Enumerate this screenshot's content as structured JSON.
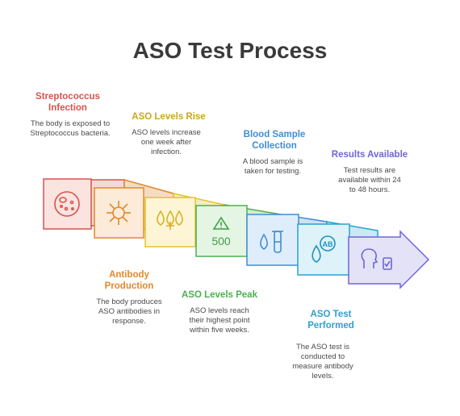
{
  "title": "ASO Test Process",
  "colors": {
    "red": "#d9534f",
    "orange": "#e0892b",
    "yellow": "#e6c229",
    "green": "#4caf50",
    "blue": "#3f8ed4",
    "teal": "#2ba1d0",
    "purple": "#6e66d6"
  },
  "steps": [
    {
      "title": "Streptococcus Infection",
      "desc": "The body is exposed to Streptococcus bacteria.",
      "icon": "bacteria-petri-icon"
    },
    {
      "title": "Antibody Production",
      "desc": "The body produces ASO antibodies in response.",
      "icon": "antibody-cell-icon"
    },
    {
      "title": "ASO Levels Rise",
      "desc": "ASO levels increase one week after infection.",
      "icon": "rising-drops-icon"
    },
    {
      "title": "ASO Levels Peak",
      "desc": "ASO levels reach their highest point within five weeks.",
      "icon": "peak-warning-icon",
      "icon_text": "500"
    },
    {
      "title": "Blood Sample Collection",
      "desc": "A blood sample is taken for testing.",
      "icon": "blood-tube-icon"
    },
    {
      "title": "ASO Test Performed",
      "desc": "The ASO test is conducted to measure antibody levels.",
      "icon": "antibody-test-icon",
      "icon_text": "AB"
    },
    {
      "title": "Results Available",
      "desc": "Test results are available within 24 to 48 hours.",
      "icon": "results-person-icon"
    }
  ]
}
